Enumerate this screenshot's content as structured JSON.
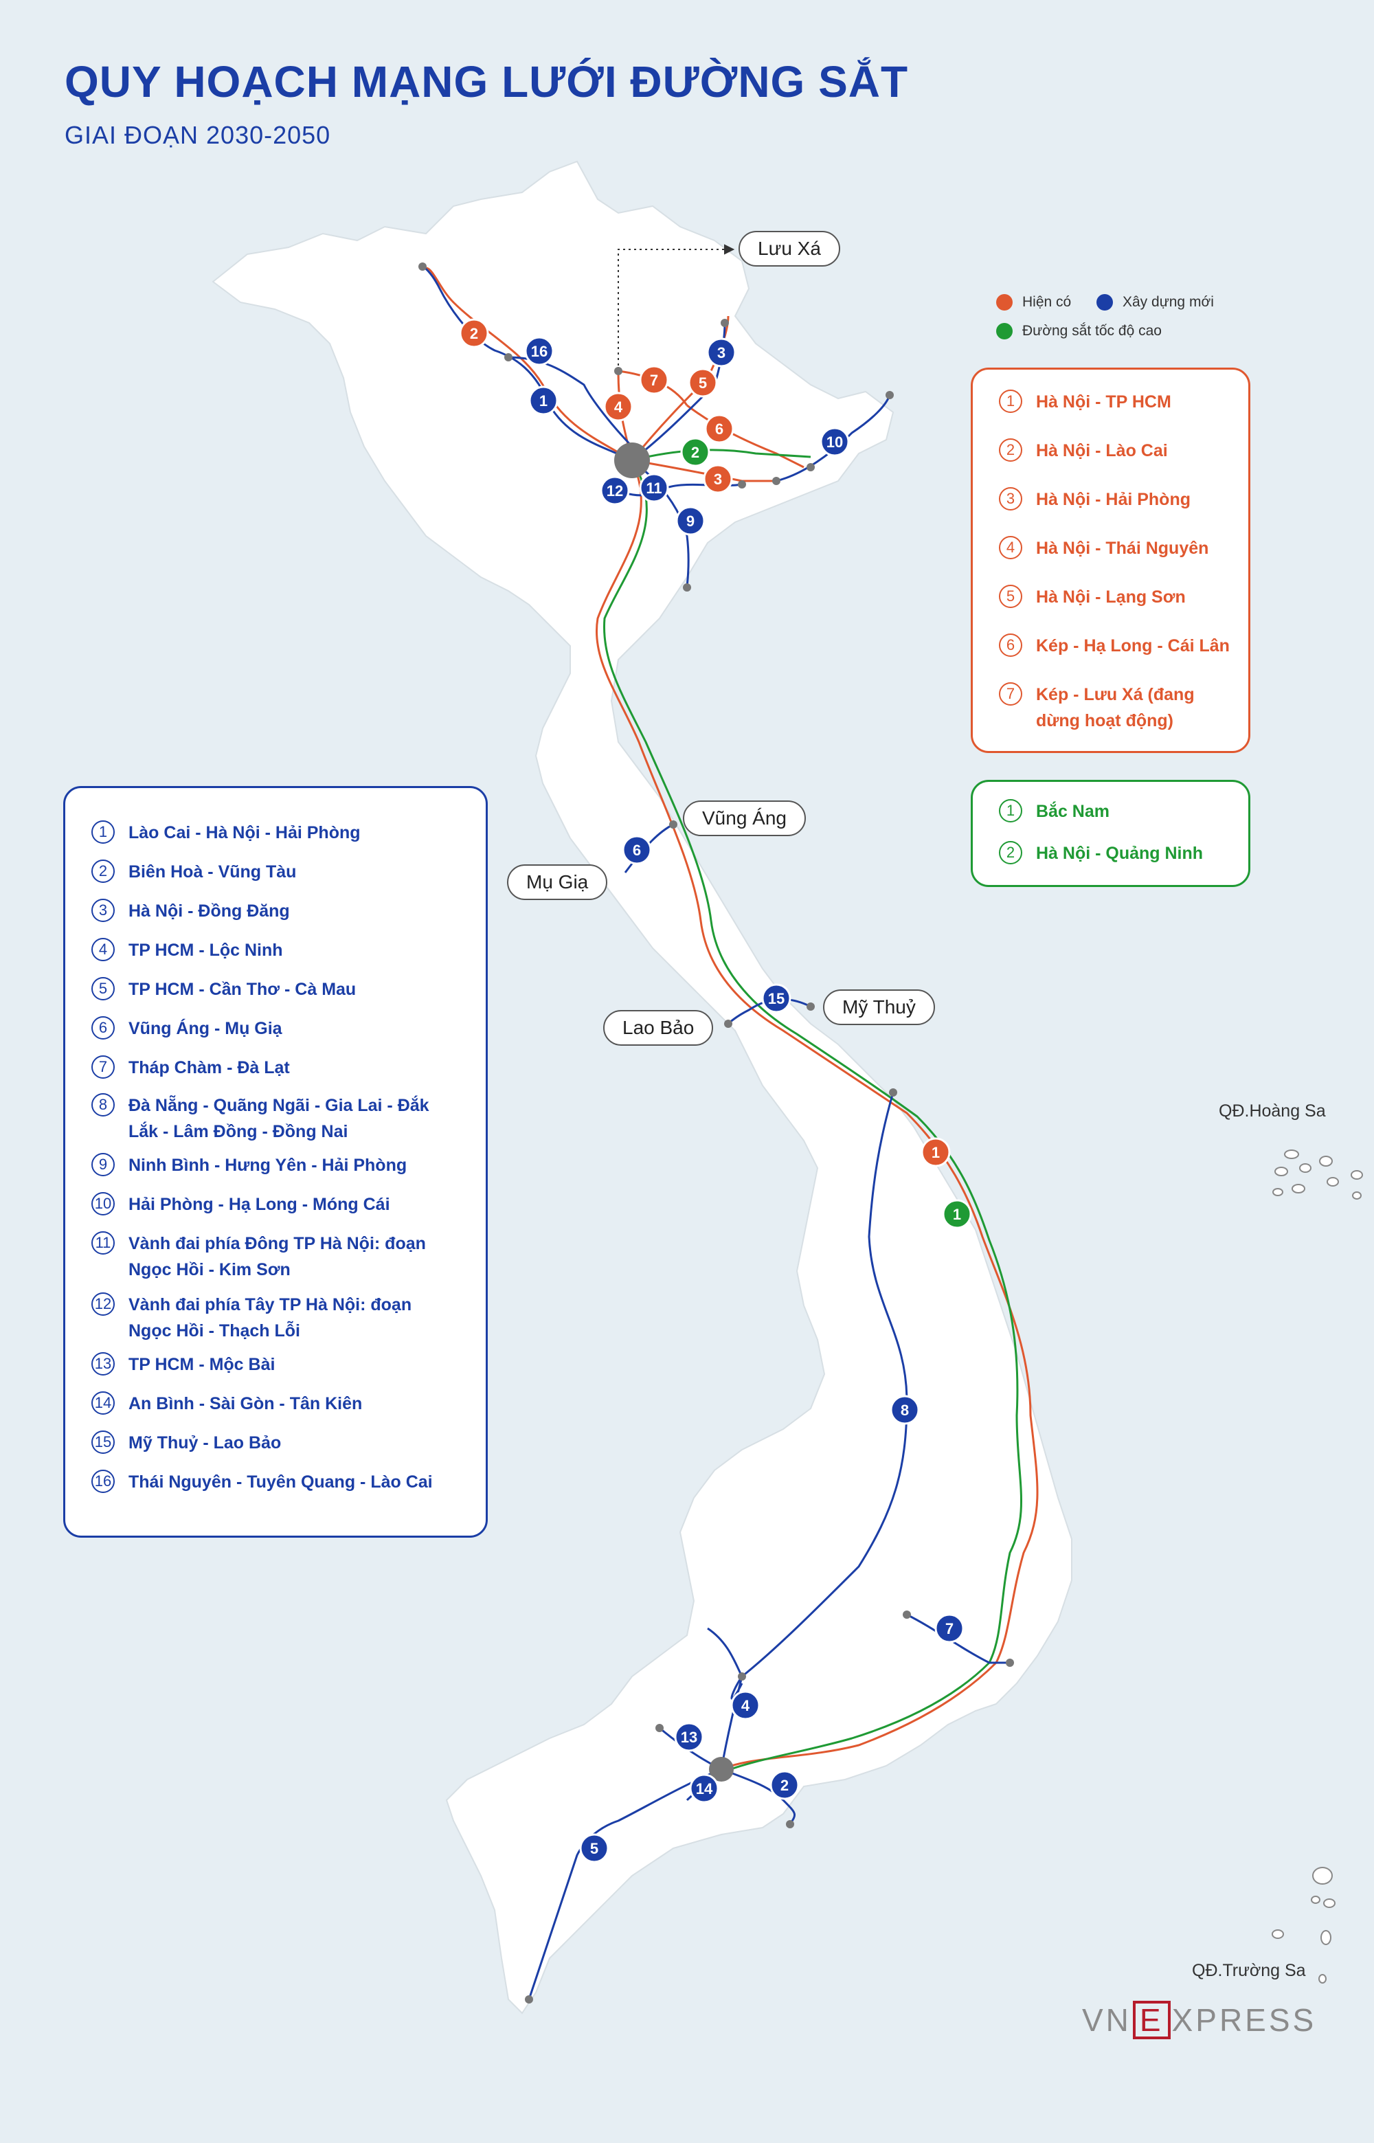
{
  "title": "QUY HOẠCH MẠNG LƯỚI ĐƯỜNG SẮT",
  "subtitle": "GIAI ĐOẠN 2030-2050",
  "colors": {
    "existing": "#e0582f",
    "new": "#1b3ea6",
    "high_speed": "#1f9a34",
    "land": "#ffffff",
    "sea": "#e6eef3",
    "hub": "#777777"
  },
  "key": {
    "existing": "Hiện có",
    "new": "Xây dựng mới",
    "high_speed": "Đường sắt tốc độ cao"
  },
  "existing_lines": [
    {
      "num": "1",
      "name": "Hà Nội - TP HCM"
    },
    {
      "num": "2",
      "name": "Hà Nội - Lào Cai"
    },
    {
      "num": "3",
      "name": "Hà Nội - Hải Phòng"
    },
    {
      "num": "4",
      "name": "Hà Nội - Thái Nguyên"
    },
    {
      "num": "5",
      "name": "Hà Nội - Lạng Sơn"
    },
    {
      "num": "6",
      "name": "Kép - Hạ Long - Cái Lân"
    },
    {
      "num": "7",
      "name": "Kép - Lưu Xá (đang dừng hoạt động)"
    }
  ],
  "high_speed_lines": [
    {
      "num": "1",
      "name": "Bắc Nam"
    },
    {
      "num": "2",
      "name": "Hà Nội - Quảng Ninh"
    }
  ],
  "new_lines": [
    {
      "num": "1",
      "name": "Lào Cai - Hà Nội - Hải Phòng"
    },
    {
      "num": "2",
      "name": "Biên Hoà - Vũng Tàu"
    },
    {
      "num": "3",
      "name": "Hà Nội - Đồng Đăng"
    },
    {
      "num": "4",
      "name": "TP HCM -  Lộc Ninh"
    },
    {
      "num": "5",
      "name": "TP HCM - Cần Thơ - Cà Mau"
    },
    {
      "num": "6",
      "name": "Vũng Áng - Mụ Giạ"
    },
    {
      "num": "7",
      "name": "Tháp Chàm - Đà Lạt"
    },
    {
      "num": "8",
      "name": "Đà Nẵng - Quãng Ngãi - Gia Lai - Đắk Lắk - Lâm Đồng - Đồng Nai"
    },
    {
      "num": "9",
      "name": "Ninh Bình - Hưng Yên - Hải Phòng"
    },
    {
      "num": "10",
      "name": "Hải Phòng - Hạ Long - Móng Cái"
    },
    {
      "num": "11",
      "name": "Vành đai phía Đông TP Hà Nội: đoạn Ngọc Hồi - Kim Sơn"
    },
    {
      "num": "12",
      "name": "Vành đai phía Tây TP Hà Nội: đoạn Ngọc Hồi - Thạch Lỗi"
    },
    {
      "num": "13",
      "name": "TP HCM - Mộc Bài"
    },
    {
      "num": "14",
      "name": "An Bình - Sài Gòn - Tân Kiên"
    },
    {
      "num": "15",
      "name": "Mỹ Thuỷ - Lao Bảo"
    },
    {
      "num": "16",
      "name": "Thái Nguyên - Tuyên Quang - Lào Cai"
    }
  ],
  "places": {
    "luu_xa": "Lưu Xá",
    "vung_ang": "Vũng Áng",
    "mu_gia": "Mụ Giạ",
    "my_thuy": "Mỹ Thuỷ",
    "lao_bao": "Lao Bảo"
  },
  "archipelagos": {
    "hoang_sa": "QĐ.Hoàng Sa",
    "truong_sa": "QĐ.Trường Sa"
  },
  "markers": {
    "existing": [
      "2",
      "7",
      "4",
      "5",
      "6",
      "3",
      "1"
    ],
    "high_speed": [
      "2",
      "1"
    ],
    "new": [
      "16",
      "1",
      "3",
      "10",
      "12",
      "11",
      "9",
      "6",
      "15",
      "8",
      "7",
      "4",
      "13",
      "14",
      "2",
      "5"
    ]
  },
  "brand": {
    "pre": "VN",
    "box": "E",
    "post": "XPRESS"
  }
}
